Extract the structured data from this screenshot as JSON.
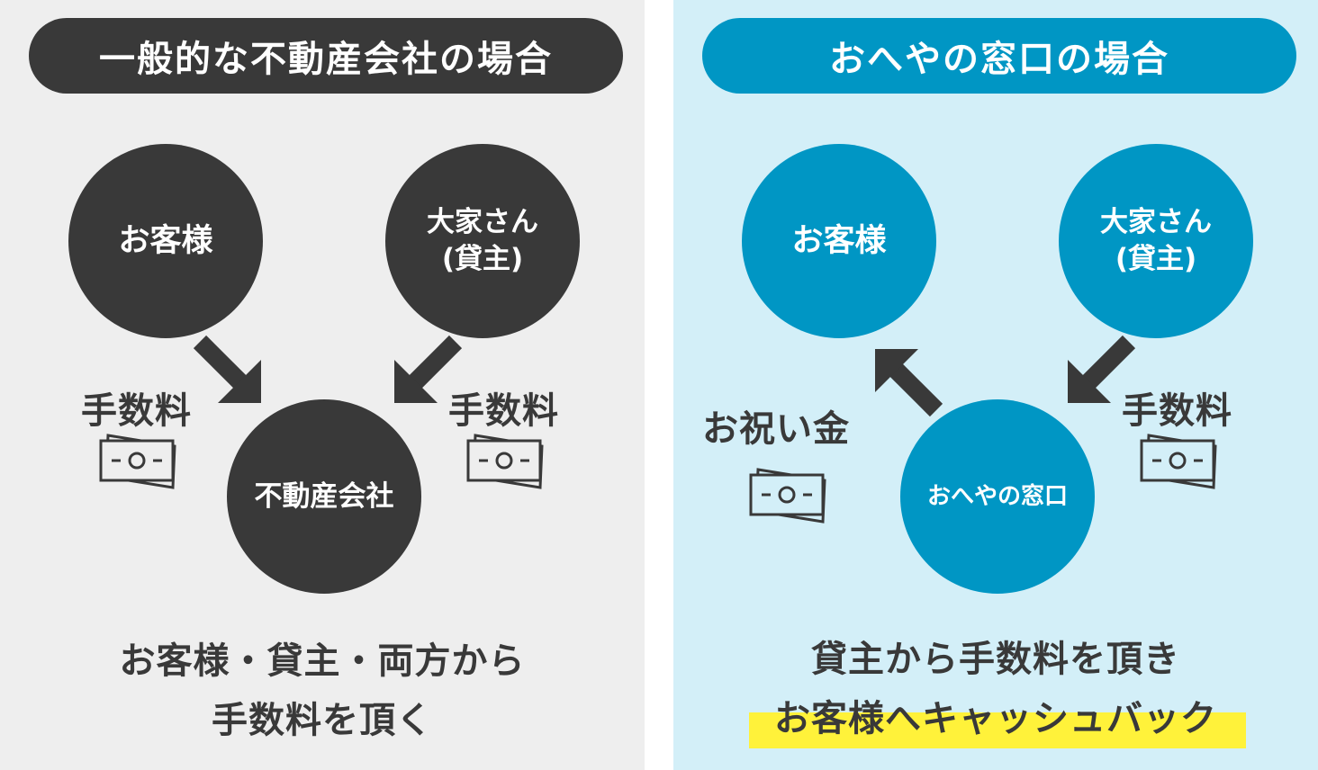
{
  "left": {
    "header": "一般的な不動産会社の場合",
    "customer": "お客様",
    "landlord_line1": "大家さん",
    "landlord_line2": "(貸主)",
    "company": "不動産会社",
    "fee_left": "手数料",
    "fee_right": "手数料",
    "caption_line1": "お客様・貸主・両方から",
    "caption_line2": "手数料を頂く"
  },
  "right": {
    "header": "おへやの窓口の場合",
    "customer": "お客様",
    "landlord_line1": "大家さん",
    "landlord_line2": "(貸主)",
    "company": "おへやの窓口",
    "gift_label": "お祝い金",
    "fee_label": "手数料",
    "caption_line1": "貸主から手数料を頂き",
    "caption_line2": "お客様へキャッシュバック"
  },
  "colors": {
    "dark": "#393939",
    "blue": "#0096c4",
    "left_bg": "#eeeeee",
    "right_bg": "#d3eff8",
    "highlight": "#fff23a"
  },
  "icons": {
    "arrow": "arrow-icon",
    "money": "banknote-icon"
  }
}
